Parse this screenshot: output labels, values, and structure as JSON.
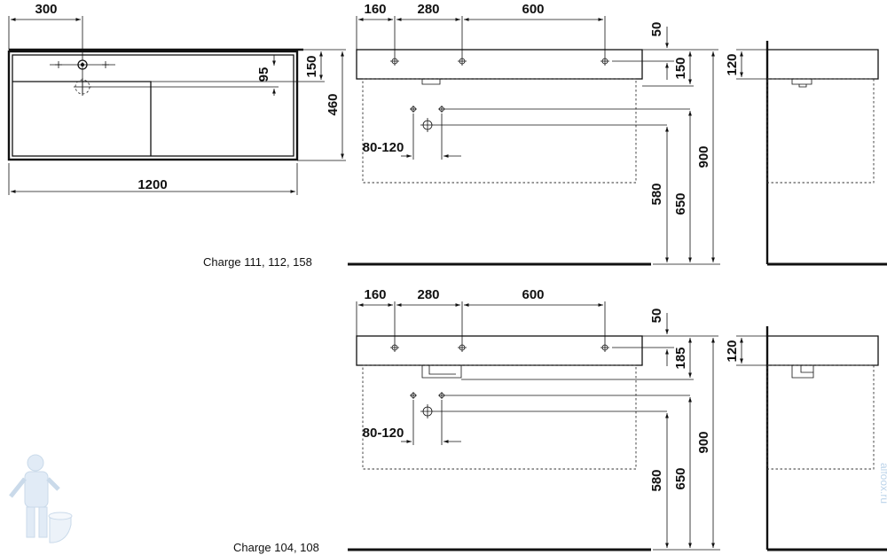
{
  "plan_view": {
    "dim_top_offset": "300",
    "dim_width": "1200",
    "dim_depth": "460",
    "dim_front_150": "150",
    "dim_hole_95": "95"
  },
  "front_view_1": {
    "dim_160": "160",
    "dim_280": "280",
    "dim_600": "600",
    "dim_50": "50",
    "dim_150": "150",
    "dim_80_120": "80-120",
    "dim_580": "580",
    "dim_650": "650",
    "dim_900": "900",
    "charge_label": "Charge 111, 112, 158"
  },
  "side_view_1": {
    "dim_120": "120"
  },
  "front_view_2": {
    "dim_160": "160",
    "dim_280": "280",
    "dim_600": "600",
    "dim_50": "50",
    "dim_185": "185",
    "dim_80_120": "80-120",
    "dim_580": "580",
    "dim_650": "650",
    "dim_900": "900",
    "charge_label": "Charge 104, 108"
  },
  "side_view_2": {
    "dim_120": "120"
  },
  "watermark": {
    "text": "alfoox.ru"
  },
  "colors": {
    "line": "#111111",
    "watermark": "#bcd4ea"
  }
}
